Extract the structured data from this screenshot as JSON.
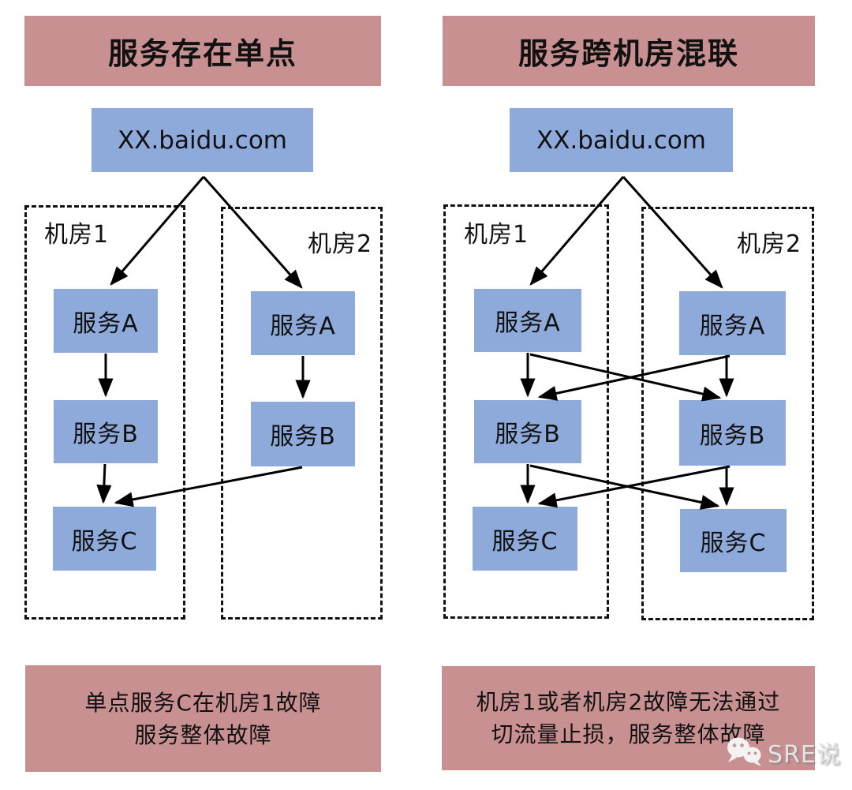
{
  "colors": {
    "panel_header_bg": "#c99091",
    "node_bg": "#8eaadb",
    "boundary_line": "#111111",
    "arrow": "#000000",
    "watermark_text": "#e4e3e4"
  },
  "panels": [
    {
      "id": "single-point",
      "title": "服务存在单点",
      "domain": "XX.baidu.com",
      "rooms": [
        {
          "label": "机房1",
          "services": [
            "服务A",
            "服务B",
            "服务C"
          ]
        },
        {
          "label": "机房2",
          "services": [
            "服务A",
            "服务B"
          ]
        }
      ],
      "connections": [
        "XX.baidu.com → 机房1/服务A",
        "XX.baidu.com → 机房2/服务A",
        "机房1/服务A → 机房1/服务B",
        "机房2/服务A → 机房2/服务B",
        "机房1/服务B → 机房1/服务C",
        "机房2/服务B → 机房1/服务C"
      ],
      "caption": [
        "单点服务C在机房1故障",
        "服务整体故障"
      ]
    },
    {
      "id": "cross-idc-mixed",
      "title": "服务跨机房混联",
      "domain": "XX.baidu.com",
      "rooms": [
        {
          "label": "机房1",
          "services": [
            "服务A",
            "服务B",
            "服务C"
          ]
        },
        {
          "label": "机房2",
          "services": [
            "服务A",
            "服务B",
            "服务C"
          ]
        }
      ],
      "connections": [
        "XX.baidu.com → 机房1/服务A",
        "XX.baidu.com → 机房2/服务A",
        "机房1/服务A → 机房1/服务B",
        "机房1/服务A → 机房2/服务B",
        "机房2/服务A → 机房1/服务B",
        "机房2/服务A → 机房2/服务B",
        "机房1/服务B → 机房1/服务C",
        "机房1/服务B → 机房2/服务C",
        "机房2/服务B → 机房1/服务C",
        "机房2/服务B → 机房2/服务C"
      ],
      "caption": [
        "机房1或者机房2故障无法通过",
        "切流量止损，服务整体故障"
      ]
    }
  ],
  "watermark": {
    "label": "SRE说",
    "icon": "wechat-icon"
  }
}
